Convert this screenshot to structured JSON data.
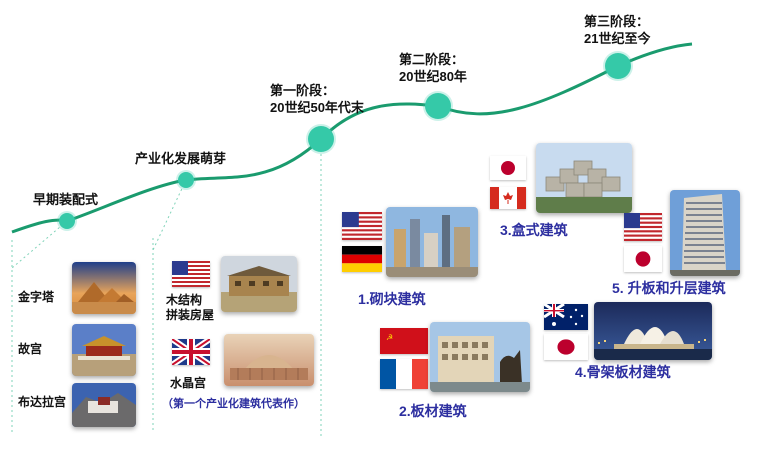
{
  "timeline": {
    "stages": [
      {
        "title": "早期装配式",
        "subtitle": ""
      },
      {
        "title": "产业化发展萌芽",
        "subtitle": ""
      },
      {
        "title": "第一阶段：",
        "subtitle": "20世纪50年代末"
      },
      {
        "title": "第二阶段：",
        "subtitle": "20世纪80年"
      },
      {
        "title": "第三阶段：",
        "subtitle": "21世纪至今"
      }
    ],
    "line_color": "#1a9b6e",
    "node_color": "#35c9a8"
  },
  "early": {
    "items": [
      {
        "label": "金字塔"
      },
      {
        "label": "故宫"
      },
      {
        "label": "布达拉宫"
      }
    ]
  },
  "germination": {
    "items": [
      {
        "label": "木结构\n拼装房屋",
        "flag": "USA"
      },
      {
        "label": "水晶宫",
        "flag": "UK"
      }
    ],
    "note": "（第一个产业化建筑代表作）"
  },
  "systems": [
    {
      "label": "1.砌块建筑",
      "flags": [
        "USA",
        "Germany"
      ]
    },
    {
      "label": "2.板材建筑",
      "flags": [
        "USSR",
        "France"
      ]
    },
    {
      "label": "3.盒式建筑",
      "flags": [
        "Japan",
        "Canada"
      ]
    },
    {
      "label": "4.骨架板材建筑",
      "flags": [
        "Australia",
        "Japan"
      ]
    },
    {
      "label": "5. 升板和升层建筑",
      "flags": [
        "USA",
        "Japan"
      ]
    }
  ],
  "colors": {
    "system_label": "#2d2fa0",
    "note": "#2d2fa0",
    "guide_line": "#7fd3b8"
  }
}
